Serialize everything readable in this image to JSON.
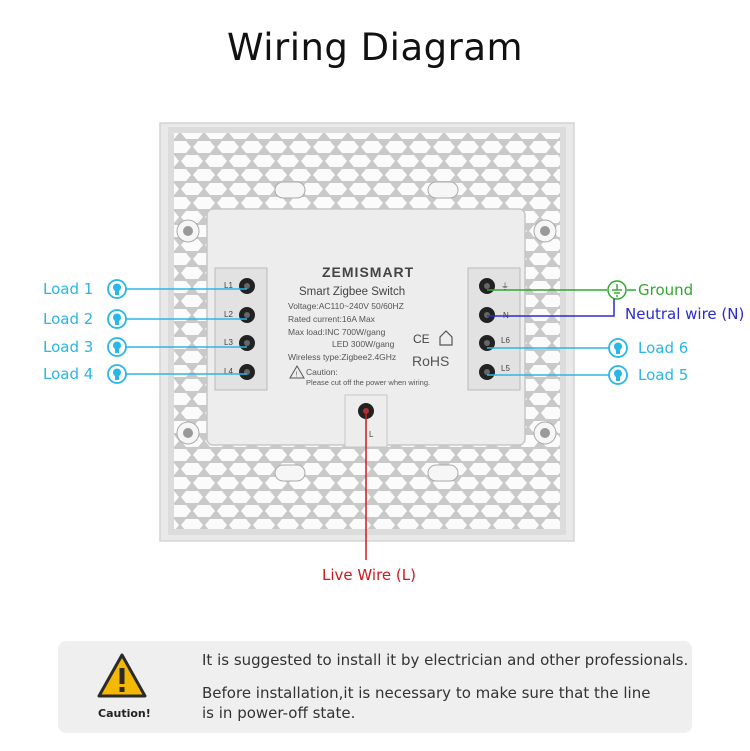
{
  "title": "Wiring Diagram",
  "device": {
    "brand": "ZEMISMART",
    "name": "Smart Zigbee Switch",
    "specs": [
      "Voltage:AC110~240V  50/60HZ",
      "Rated current:16A Max",
      "Max load:INC 700W/gang",
      "LED 300W/gang",
      "Wireless type:Zigbee2.4GHz"
    ],
    "caution_title": "Caution:",
    "caution_text": "Please cut off the power when wiring.",
    "ce_mark": "CE",
    "rohs_mark": "RoHS",
    "left_terminals": [
      "L1",
      "L2",
      "L3",
      "L4"
    ],
    "right_terminals": [
      "⏚",
      "N",
      "L6",
      "L5"
    ],
    "bottom_terminal": "L"
  },
  "labels": {
    "load1": "Load 1",
    "load2": "Load 2",
    "load3": "Load 3",
    "load4": "Load 4",
    "load5": "Load 5",
    "load6": "Load 6",
    "ground": "Ground",
    "neutral": "Neutral wire (N)",
    "live": "Live Wire (L)"
  },
  "colors": {
    "load": "#29b6e8",
    "ground": "#2fa82f",
    "neutral": "#2a2ad0",
    "live": "#d0191f"
  },
  "caution": {
    "label": "Caution!",
    "line1": "It is suggested to install it by electrician and other professionals.",
    "line2": "Before installation,it is necessary to make sure that the line",
    "line3": "is in power-off state."
  }
}
